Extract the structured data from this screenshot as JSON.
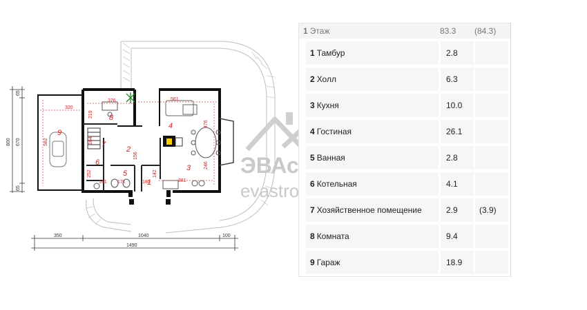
{
  "watermark": {
    "brand": "ЭВАстрой",
    "site": "evastroy.ru"
  },
  "plan": {
    "dims": {
      "left_total": "800",
      "left_top": "65",
      "left_mid": "670",
      "left_bot": "65",
      "bottom_a": "350",
      "bottom_b": "1040",
      "bottom_c": "100",
      "bottom_total": "1490",
      "garage_w": "320",
      "garage_h": "582",
      "room8_w": "376",
      "room8_h": "219",
      "living_w": "561",
      "living_h": "476",
      "kitchen_w": "381",
      "kitchen_h": "246",
      "hall_h": "156",
      "stair_h": "164",
      "room6_h": "252",
      "r161": "161",
      "r171": "171",
      "r180": "180",
      "r142": "142"
    },
    "room_numbers": [
      "1",
      "2",
      "3",
      "4",
      "5",
      "6",
      "7",
      "8",
      "9"
    ]
  },
  "table": {
    "header": {
      "num": "1",
      "label": "Этаж",
      "area": "83.3",
      "area_alt": "(84.3)"
    },
    "rows": [
      {
        "num": "1",
        "label": "Тамбур",
        "area": "2.8",
        "area_alt": ""
      },
      {
        "num": "2",
        "label": "Холл",
        "area": "6.3",
        "area_alt": ""
      },
      {
        "num": "3",
        "label": "Кухня",
        "area": "10.0",
        "area_alt": ""
      },
      {
        "num": "4",
        "label": "Гостиная",
        "area": "26.1",
        "area_alt": ""
      },
      {
        "num": "5",
        "label": "Ванная",
        "area": "2.8",
        "area_alt": ""
      },
      {
        "num": "6",
        "label": "Котельная",
        "area": "4.1",
        "area_alt": ""
      },
      {
        "num": "7",
        "label": "Хозяйственное помещение",
        "area": "2.9",
        "area_alt": "(3.9)"
      },
      {
        "num": "8",
        "label": "Комната",
        "area": "9.4",
        "area_alt": ""
      },
      {
        "num": "9",
        "label": "Гараж",
        "area": "18.9",
        "area_alt": ""
      }
    ]
  }
}
